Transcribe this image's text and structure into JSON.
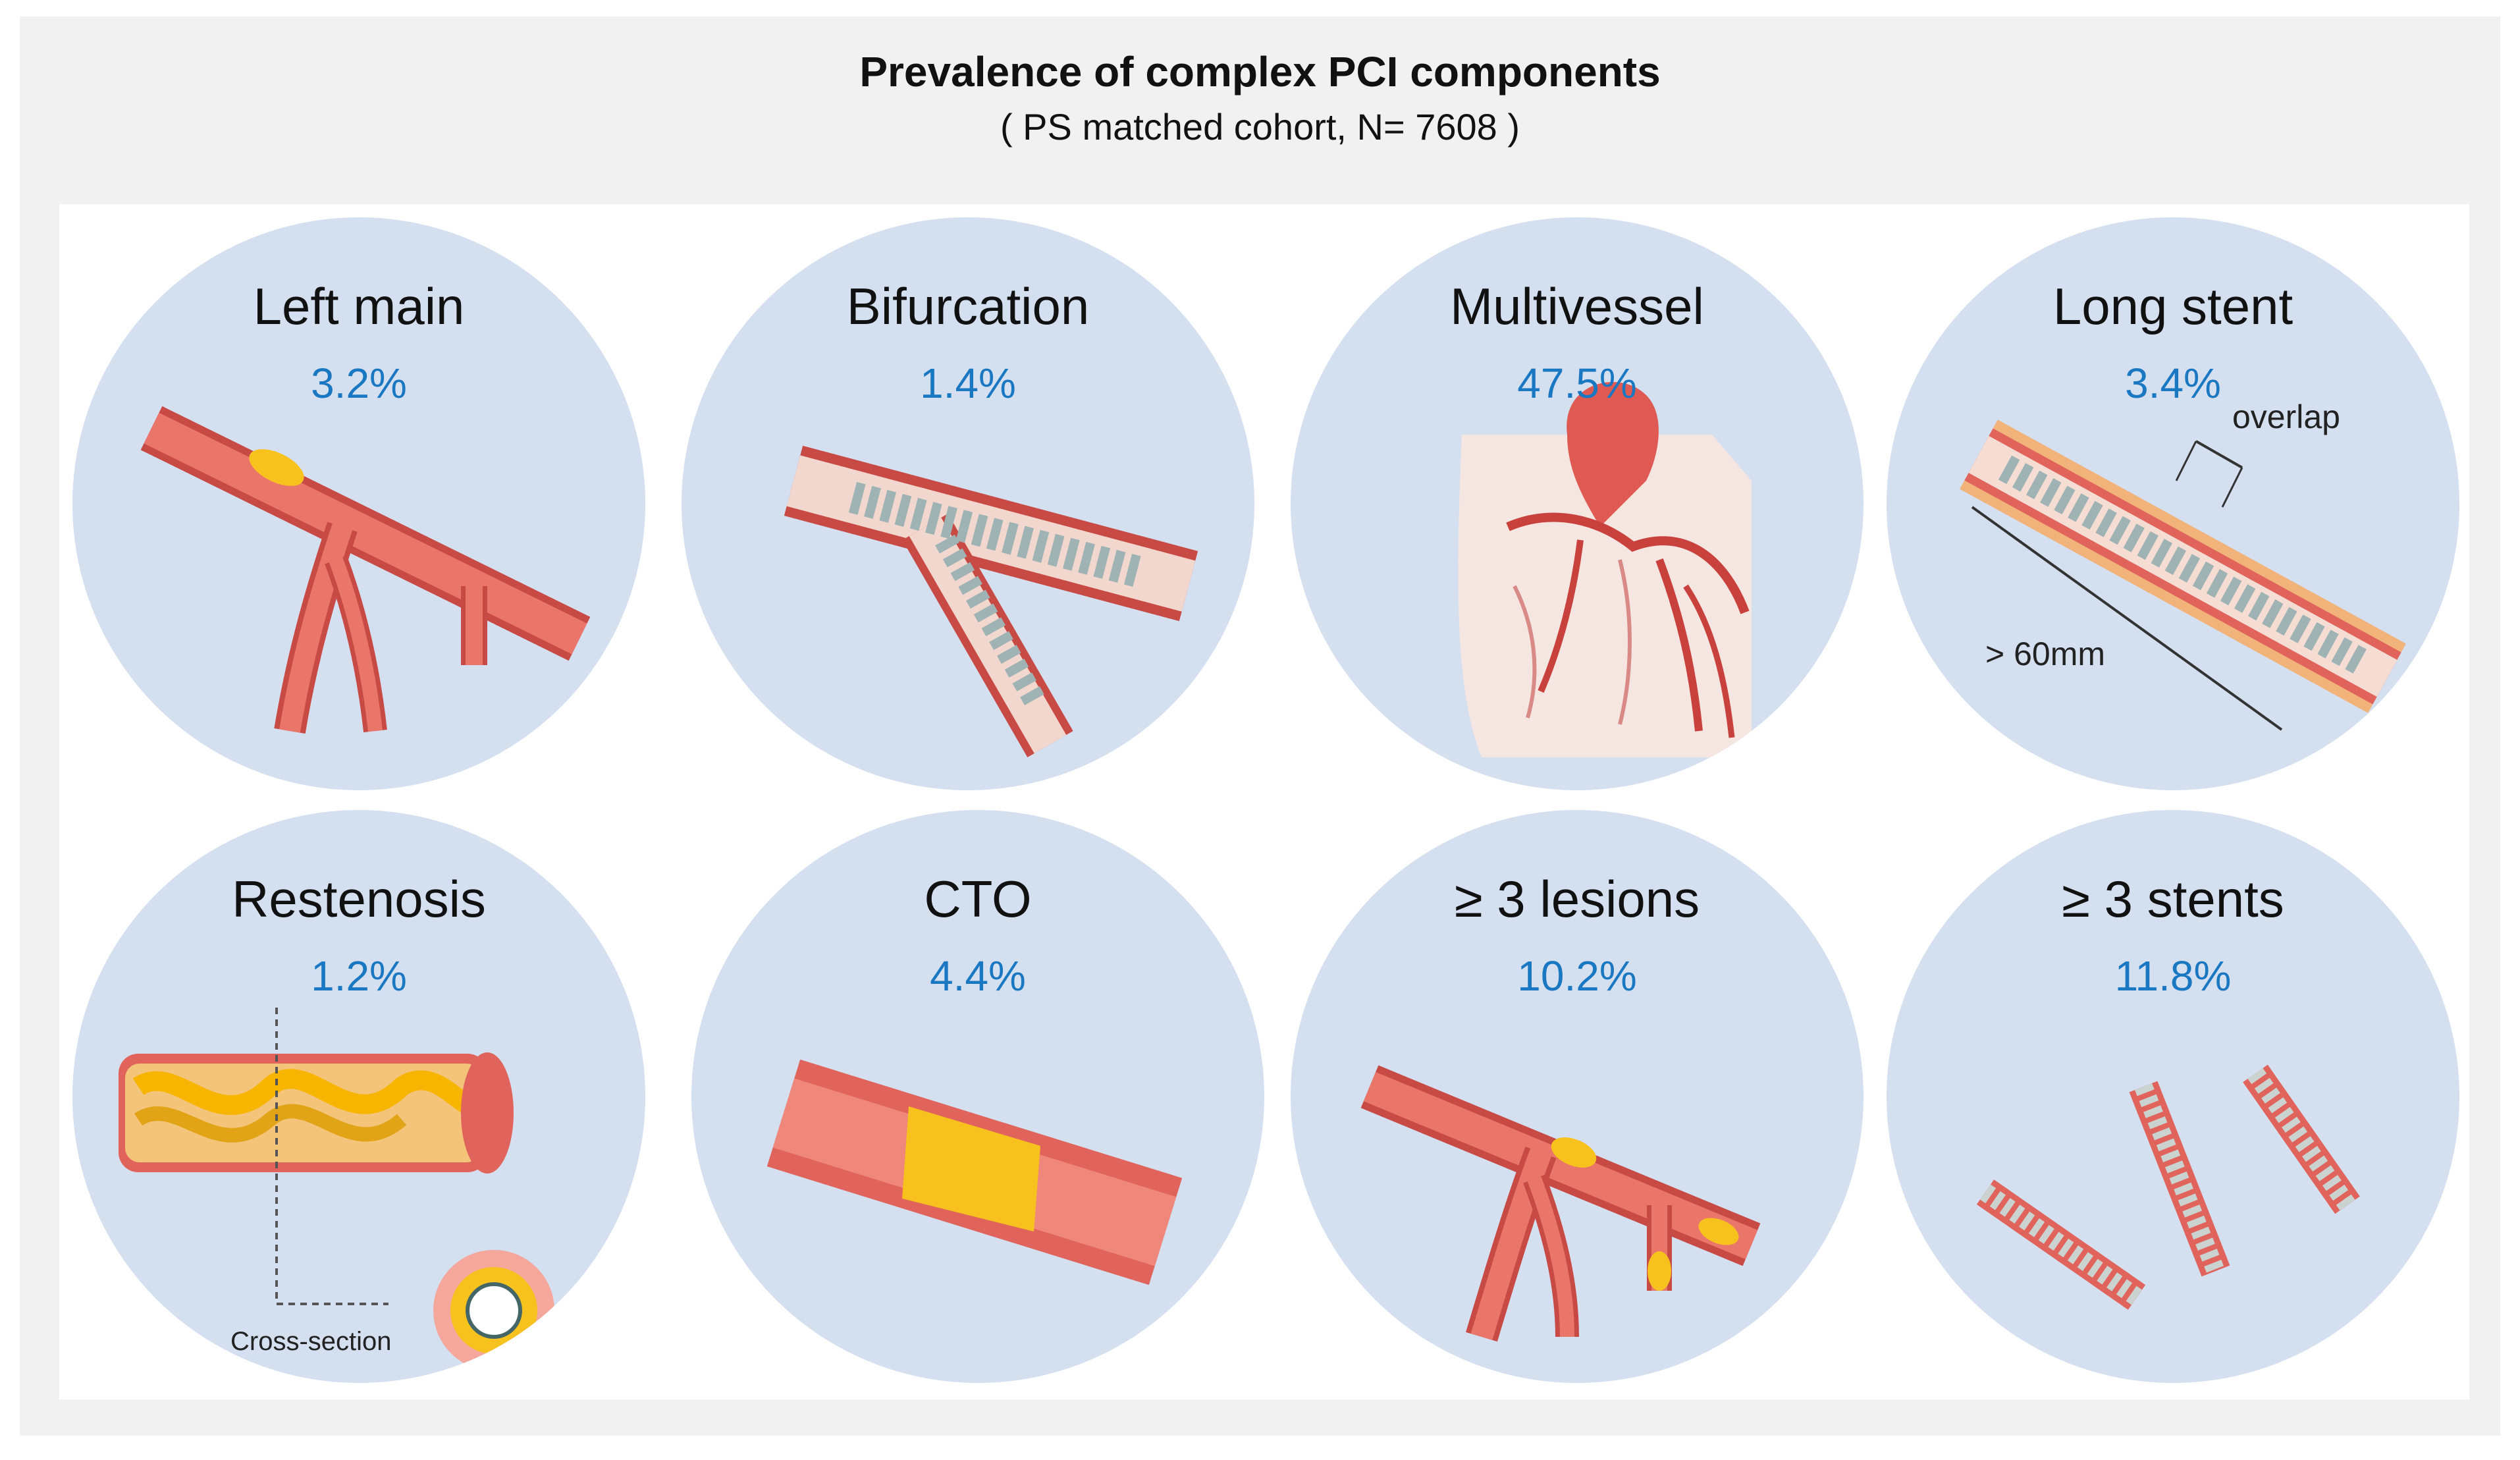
{
  "title": "Prevalence of complex PCI components",
  "subtitle": "( PS matched cohort, N= 7608 )",
  "components": [
    {
      "name": "Left main",
      "value": "3.2%"
    },
    {
      "name": "Bifurcation",
      "value": "1.4%"
    },
    {
      "name": "Multivessel",
      "value": "47.5%"
    },
    {
      "name": "Long stent",
      "value": "3.4%"
    },
    {
      "name": "Restenosis",
      "value": "1.2%"
    },
    {
      "name": "CTO",
      "value": "4.4%"
    },
    {
      "name": "≥ 3 lesions",
      "value": "10.2%"
    },
    {
      "name": "≥ 3 stents",
      "value": "11.8%"
    }
  ],
  "annotations": {
    "overlap": "overlap",
    "length": "> 60mm",
    "cross_section": "Cross-section"
  },
  "colors": {
    "background": "#f1f1f1",
    "disk": "#d4dff0",
    "value_text": "#1a78c2",
    "vessel": "#e0645c",
    "vessel_light": "#f4a79a",
    "plaque": "#f7c21e"
  }
}
